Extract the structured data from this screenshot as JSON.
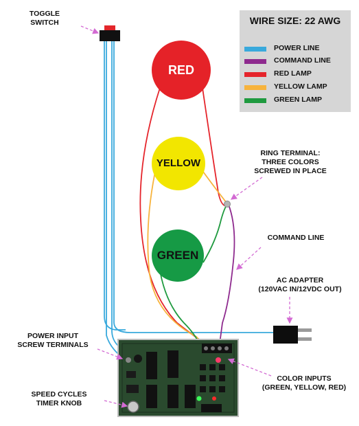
{
  "legend": {
    "title": "WIRE SIZE: 22 AWG",
    "items": [
      {
        "label": "POWER LINE",
        "color": "#39a9dc"
      },
      {
        "label": "COMMAND LINE",
        "color": "#8e2a8e"
      },
      {
        "label": "RED LAMP",
        "color": "#e5242b"
      },
      {
        "label": "YELLOW LAMP",
        "color": "#f7b33c"
      },
      {
        "label": "GREEN LAMP",
        "color": "#1f9a3f"
      }
    ]
  },
  "lamps": {
    "red": {
      "label": "RED",
      "color": "#e52228"
    },
    "yellow": {
      "label": "YELLOW",
      "color": "#f2e600"
    },
    "green": {
      "label": "GREEN",
      "color": "#169a45"
    }
  },
  "callouts": {
    "toggle_switch": [
      "TOGGLE",
      "SWITCH"
    ],
    "ring_terminal": [
      "RING TERMINAL:",
      "THREE COLORS",
      "SCREWED IN PLACE"
    ],
    "command_line": [
      "COMMAND LINE"
    ],
    "ac_adapter": [
      "AC ADAPTER",
      "(120VAC IN/12VDC OUT)"
    ],
    "power_input": [
      "POWER INPUT",
      "SCREW TERMINALS"
    ],
    "color_inputs": [
      "COLOR INPUTS",
      "(GREEN, YELLOW, RED)"
    ],
    "speed_cycles": [
      "SPEED CYCLES",
      "TIMER KNOB"
    ]
  },
  "colors": {
    "callout_arrow": "#d36bd3",
    "board": "#2a4a2e",
    "switch_body": "#111111",
    "switch_button": "#e3262b",
    "adapter_body": "#0d0d0d",
    "adapter_prongs": "#9a9a9a"
  }
}
